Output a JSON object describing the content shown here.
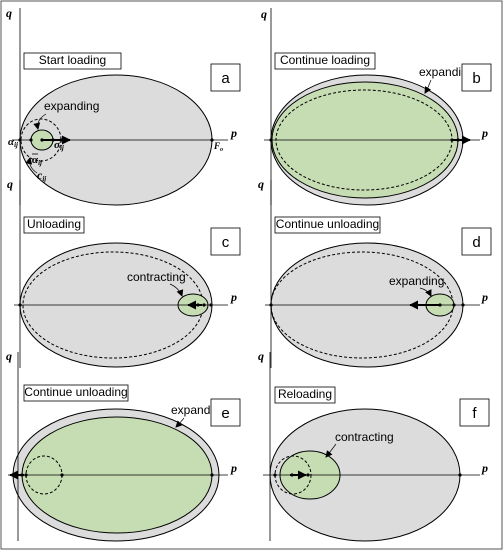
{
  "colors": {
    "outer_fill": "#dcdcdc",
    "inner_fill": "#c6dcb3",
    "stroke": "#000000",
    "frame": "#555555"
  },
  "axes": {
    "q": "q",
    "p": "p"
  },
  "symbols": {
    "alpha": "α",
    "alpha_bar": "α",
    "sigma": "σ",
    "c": "c",
    "sub_ij": "ij",
    "F": "F",
    "sub_o": "o"
  },
  "panels": [
    {
      "id": "a",
      "title": "Start loading",
      "letter": "a",
      "annotation": "expanding"
    },
    {
      "id": "b",
      "title": "Continue loading",
      "letter": "b",
      "annotation": "expanding"
    },
    {
      "id": "c",
      "title": "Unloading",
      "letter": "c",
      "annotation": "contracting"
    },
    {
      "id": "d",
      "title": "Continue unloading",
      "letter": "d",
      "annotation": "expanding"
    },
    {
      "id": "e",
      "title": "Continue unloading",
      "letter": "e",
      "annotation": "expanding"
    },
    {
      "id": "f",
      "title": "Reloading",
      "letter": "f",
      "annotation": "contracting"
    }
  ]
}
